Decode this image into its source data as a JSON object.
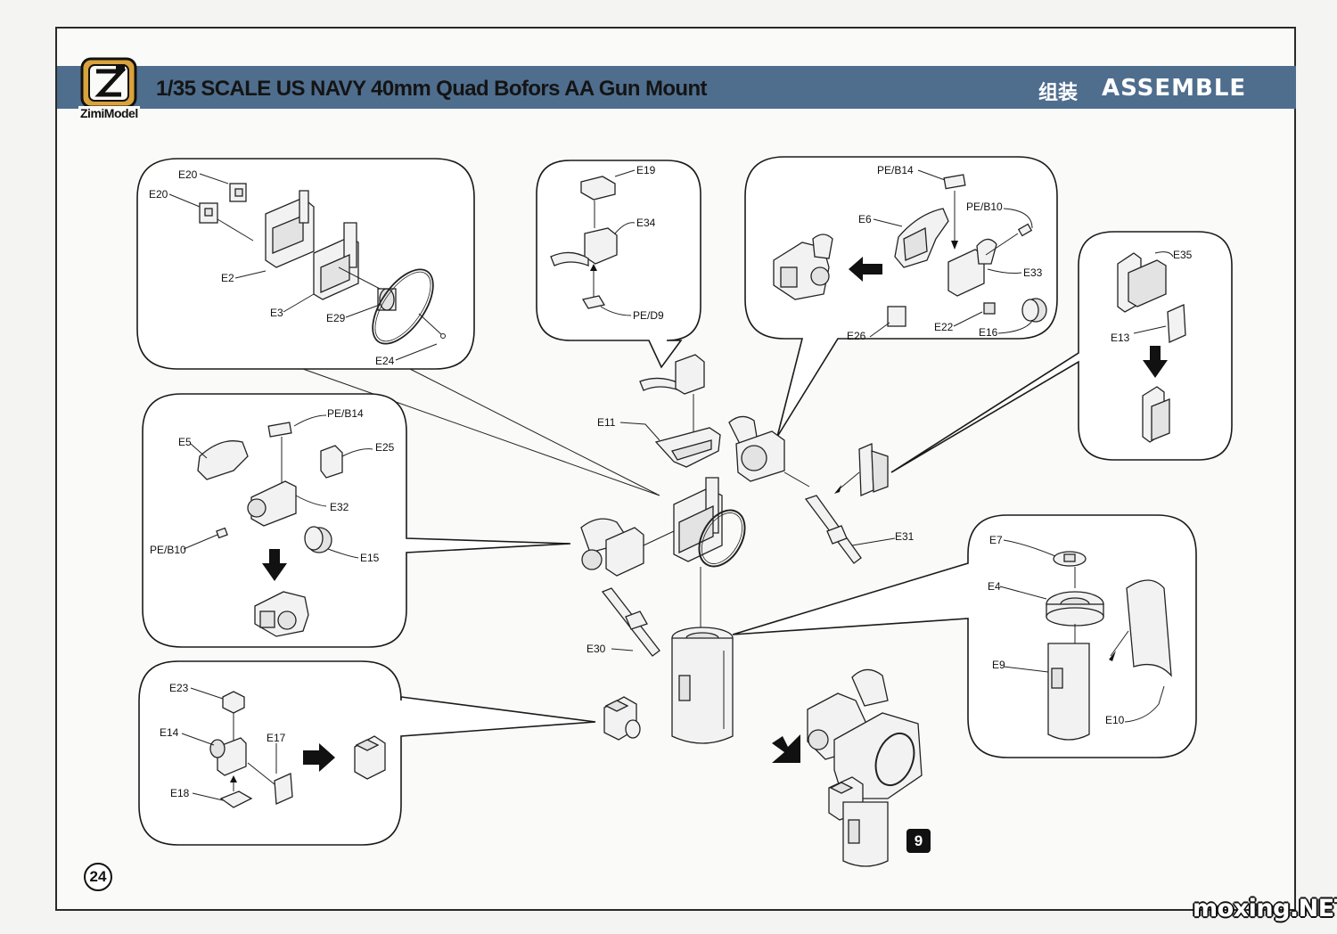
{
  "header": {
    "brand": "ZimiModel",
    "title": "1/35 SCALE US NAVY 40mm Quad Bofors AA Gun Mount",
    "section_zh": "组装",
    "section_en": "ASSEMBLE"
  },
  "page_number": "24",
  "step_number": "9",
  "watermark": "moxing.NET",
  "callouts": {
    "top_left": [
      "E20",
      "E20",
      "E2",
      "E3",
      "E29",
      "E24"
    ],
    "top_center": [
      "E19",
      "E34",
      "PE/D9"
    ],
    "top_right": [
      "PE/B14",
      "PE/B10",
      "E6",
      "E33",
      "E22",
      "E16",
      "E26"
    ],
    "far_right": [
      "E35",
      "E13"
    ],
    "mid_left": [
      "PE/B14",
      "E5",
      "E25",
      "E32",
      "PE/B10",
      "E15"
    ],
    "bottom_left": [
      "E23",
      "E14",
      "E17",
      "E18"
    ],
    "bottom_right": [
      "E7",
      "E4",
      "E9",
      "E10"
    ],
    "main": [
      "E11",
      "E31",
      "E30"
    ]
  }
}
